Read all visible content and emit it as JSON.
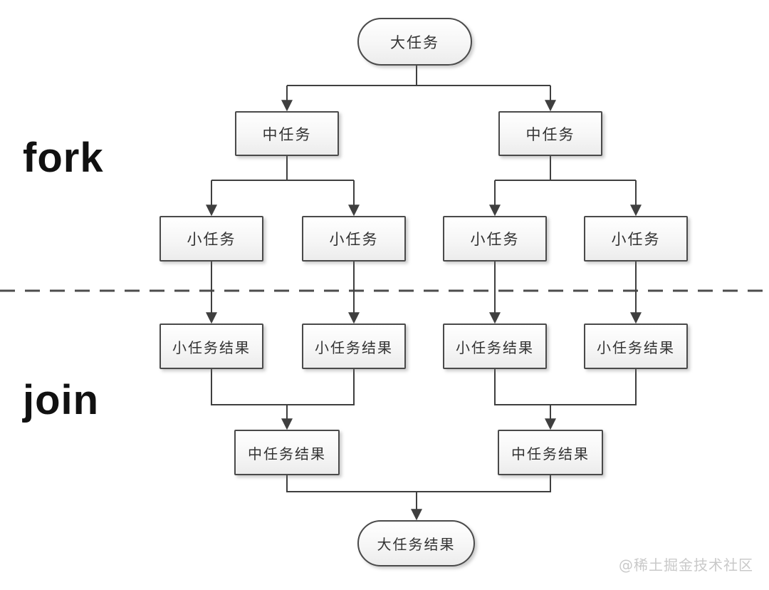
{
  "diagram": {
    "phases": {
      "fork": "fork",
      "join": "join"
    },
    "nodes": {
      "big_task": "大任务",
      "mid_task_left": "中任务",
      "mid_task_right": "中任务",
      "small_task_1": "小任务",
      "small_task_2": "小任务",
      "small_task_3": "小任务",
      "small_task_4": "小任务",
      "small_result_1": "小任务结果",
      "small_result_2": "小任务结果",
      "small_result_3": "小任务结果",
      "small_result_4": "小任务结果",
      "mid_result_left": "中任务结果",
      "mid_result_right": "中任务结果",
      "big_result": "大任务结果"
    },
    "watermark": "@稀土掘金技术社区",
    "colors": {
      "line": "#3f3f3f",
      "box_border": "#4a4a4a",
      "box_fill_top": "#ffffff",
      "box_fill_bottom": "#ececec",
      "text": "#333333",
      "phase_label": "#111111",
      "watermark": "#c9c9c9",
      "background": "#ffffff"
    }
  }
}
